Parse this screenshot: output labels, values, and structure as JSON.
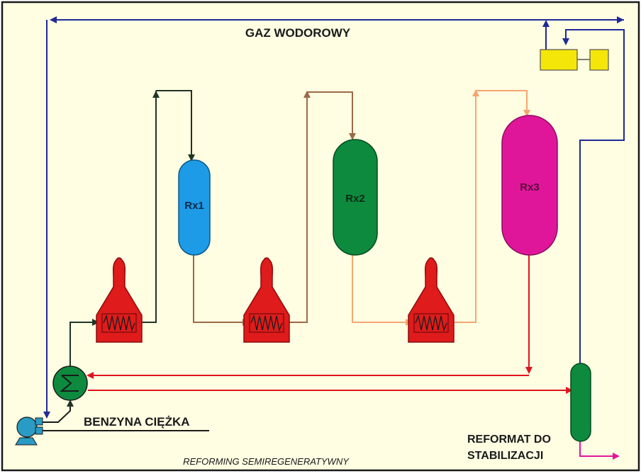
{
  "labels": {
    "hydrogen_gas": "GAZ WODOROWY",
    "heavy_naphtha": "BENZYNA CIĘŻKA",
    "reformate_line1": "REFORMAT DO",
    "reformate_line2": "STABILIZACJI",
    "caption": "REFORMING SEMIREGENERATYWNY"
  },
  "reactors": [
    {
      "id": "rx1",
      "label": "Rx1",
      "color": "#1e9be6"
    },
    {
      "id": "rx2",
      "label": "Rx2",
      "color": "#0d8a3e"
    },
    {
      "id": "rx3",
      "label": "Rx3",
      "color": "#e0169a"
    }
  ],
  "colors": {
    "background": "#fffde2",
    "border": "#1a1a1a",
    "hydrogen_line": "#1f2a96",
    "stage1_line": "#1f3326",
    "stage2_line": "#9b6a45",
    "stage3_line": "#f5a672",
    "product_line": "#e1141e",
    "reformate_out": "#e0169a",
    "heater": "#df1b1b",
    "exchanger": "#0d8a3e",
    "separator": "#0d8a3e",
    "compressor": "#f5e60a",
    "pump": "#2a9bc4"
  },
  "icons": {
    "pump": "pump-icon",
    "exchanger": "heat-exchanger-icon",
    "heater": "fired-heater-icon",
    "compressor": "compressor-icon",
    "separator": "separator-icon"
  }
}
